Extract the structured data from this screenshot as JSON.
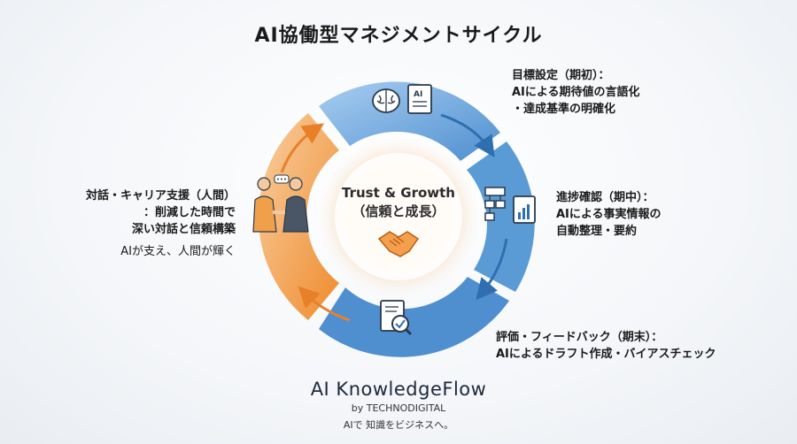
{
  "title": "AI協働型マネジメントサイクル",
  "center": {
    "line1": "Trust & Growth",
    "line2": "（信頼と成長）"
  },
  "stages": {
    "goal": {
      "line1": "目標設定（期初）：",
      "line2": "AIによる期待値の言語化",
      "line3": "・達成基準の明確化"
    },
    "progress": {
      "line1": "進捗確認（期中）：",
      "line2": "AIによる事実情報の",
      "line3": "自動整理・要約"
    },
    "evaluation": {
      "line1": "評価・フィードバック（期末）：",
      "line2": "AIによるドラフト作成・バイアスチェック"
    },
    "dialogue": {
      "line1": "対話・キャリア支援（人間）",
      "line2": "：削減した時間で",
      "line3": "深い対話と信頼構築",
      "line4": "AIが支え、人間が輝く"
    }
  },
  "icons": {
    "brain": "brain-icon",
    "ai_document": "ai-document-icon",
    "flowchart": "flowchart-icon",
    "report": "report-chart-icon",
    "magnifier_check": "document-check-magnifier-icon",
    "handshake": "handshake-icon",
    "people": "business-people-icon"
  },
  "icon_text": {
    "ai_doc_label": "AI"
  },
  "colors": {
    "blue_ring": "#5b9bd5",
    "blue_light": "#a9cdee",
    "orange_ring": "#f0a04b",
    "orange_light": "#f7cfa0",
    "arrow_dark": "#2f6fb0"
  },
  "brand": {
    "name": "AI KnowledgeFlow",
    "by": "by TECHNODIGITAL",
    "tagline": "AIで 知識をビジネスへ。"
  }
}
